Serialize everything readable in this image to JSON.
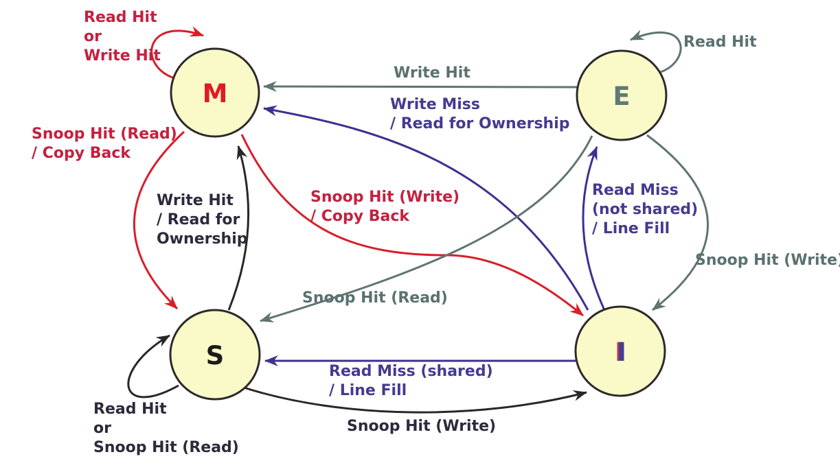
{
  "diagram_type": "state-diagram",
  "node": {
    "fill": "#fafac8",
    "stroke": "#2d2a2a"
  },
  "edge_colors": {
    "red": "#d81e28",
    "gray": "#5e7571",
    "purple": "#3c3191",
    "black": "#2a2627"
  },
  "text_colors": {
    "red": "#c5203f",
    "gray": "#5a7170",
    "purple": "#443b92",
    "black": "#2c2a3c"
  },
  "states": {
    "M": {
      "label": "M",
      "color": "#de1b24"
    },
    "E": {
      "label": "E",
      "color": "#5e7a78"
    },
    "S": {
      "label": "S",
      "color": "#1b1b1b"
    },
    "I": {
      "label": "I",
      "color": "#473c93"
    }
  },
  "labels": {
    "m_self_loop": {
      "color": "red",
      "lines": [
        "Read Hit",
        "or",
        "Write Hit"
      ]
    },
    "m_to_s": {
      "color": "red",
      "lines": [
        "Snoop Hit (Read)",
        "/ Copy Back"
      ]
    },
    "s_to_m": {
      "color": "black",
      "lines": [
        "Write Hit",
        "/ Read for",
        "Ownership"
      ]
    },
    "m_to_i": {
      "color": "red",
      "lines": [
        "Snoop Hit (Write)",
        "/ Copy Back"
      ]
    },
    "e_to_m": {
      "color": "gray",
      "lines": [
        "Write Hit"
      ]
    },
    "i_to_m": {
      "color": "purple",
      "lines": [
        "Write Miss",
        "/ Read for Ownership"
      ]
    },
    "e_self_loop": {
      "color": "gray",
      "lines": [
        "Read Hit"
      ]
    },
    "i_to_e": {
      "color": "purple",
      "lines": [
        "Read Miss",
        "(not shared)",
        "/ Line Fill"
      ]
    },
    "e_to_i": {
      "color": "gray",
      "lines": [
        "Snoop Hit (Write)"
      ]
    },
    "e_to_s": {
      "color": "gray",
      "lines": [
        "Snoop Hit (Read)"
      ]
    },
    "i_to_s": {
      "color": "purple",
      "lines": [
        "Read Miss (shared)",
        "/ Line Fill"
      ]
    },
    "s_to_i": {
      "color": "black",
      "lines": [
        "Snoop Hit (Write)"
      ]
    },
    "s_self_loop": {
      "color": "black",
      "lines": [
        "Read Hit",
        "or",
        "Snoop Hit (Read)"
      ]
    }
  },
  "transitions": [
    {
      "from": "M",
      "to": "M",
      "event": "Read Hit or Write Hit"
    },
    {
      "from": "M",
      "to": "S",
      "event": "Snoop Hit (Read)",
      "action": "Copy Back"
    },
    {
      "from": "M",
      "to": "I",
      "event": "Snoop Hit (Write)",
      "action": "Copy Back"
    },
    {
      "from": "S",
      "to": "M",
      "event": "Write Hit",
      "action": "Read for Ownership"
    },
    {
      "from": "S",
      "to": "S",
      "event": "Read Hit or Snoop Hit (Read)"
    },
    {
      "from": "S",
      "to": "I",
      "event": "Snoop Hit (Write)"
    },
    {
      "from": "E",
      "to": "M",
      "event": "Write Hit"
    },
    {
      "from": "E",
      "to": "E",
      "event": "Read Hit"
    },
    {
      "from": "E",
      "to": "S",
      "event": "Snoop Hit (Read)"
    },
    {
      "from": "E",
      "to": "I",
      "event": "Snoop Hit (Write)"
    },
    {
      "from": "I",
      "to": "M",
      "event": "Write Miss",
      "action": "Read for Ownership"
    },
    {
      "from": "I",
      "to": "E",
      "event": "Read Miss (not shared)",
      "action": "Line Fill"
    },
    {
      "from": "I",
      "to": "S",
      "event": "Read Miss (shared)",
      "action": "Line Fill"
    }
  ]
}
